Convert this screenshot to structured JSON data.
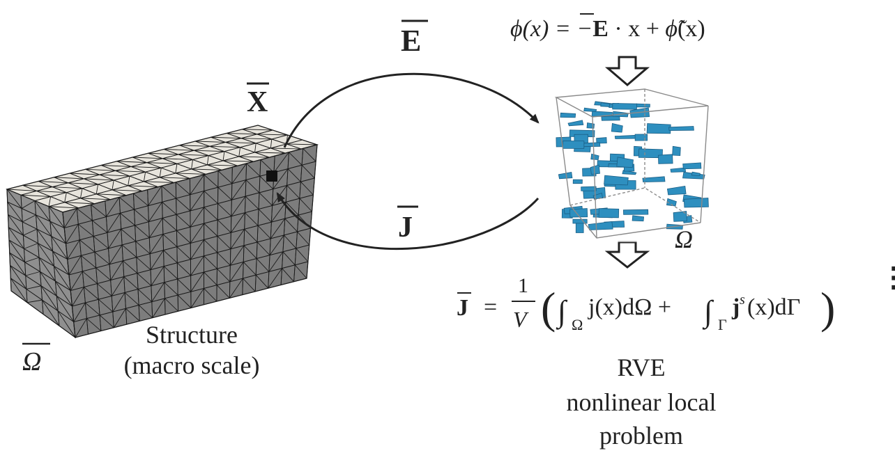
{
  "labels": {
    "E_field": "E",
    "X_point": "X",
    "J_current": "J",
    "Omega_rve": "Ω",
    "Omega_macro": "Ω",
    "structure_line1": "Structure",
    "structure_line2": "(macro scale)",
    "rve_line1": "RVE",
    "rve_line2": "nonlinear local",
    "rve_line3": "problem",
    "ellipsis": "⋮"
  },
  "equations": {
    "phi_eq": {
      "lhs": "ϕ(x) = −",
      "E": "E",
      "mid": " · x + ",
      "phi_tilde": "ϕ̃",
      "rhs": "(x)"
    },
    "J_eq": {
      "lhs": "J",
      "equals": "=",
      "num": "1",
      "den": "V",
      "paren_open": "(",
      "int1": "∫",
      "sub1": "Ω",
      "body1": "j(x)dΩ + ",
      "int2": "∫",
      "sub2": "Γ",
      "body2a": "j",
      "sup_s": "s",
      "body2b": "(x)dΓ",
      "paren_close": ")"
    }
  },
  "colors": {
    "mesh_top": "#e7e4dc",
    "mesh_front": "#8f8f8f",
    "mesh_side": "#7d7d7d",
    "mesh_lines": "#1a1a1a",
    "fibers": "#2e8fbf",
    "fiber_edge": "#1b5f86",
    "ink": "#222222"
  }
}
